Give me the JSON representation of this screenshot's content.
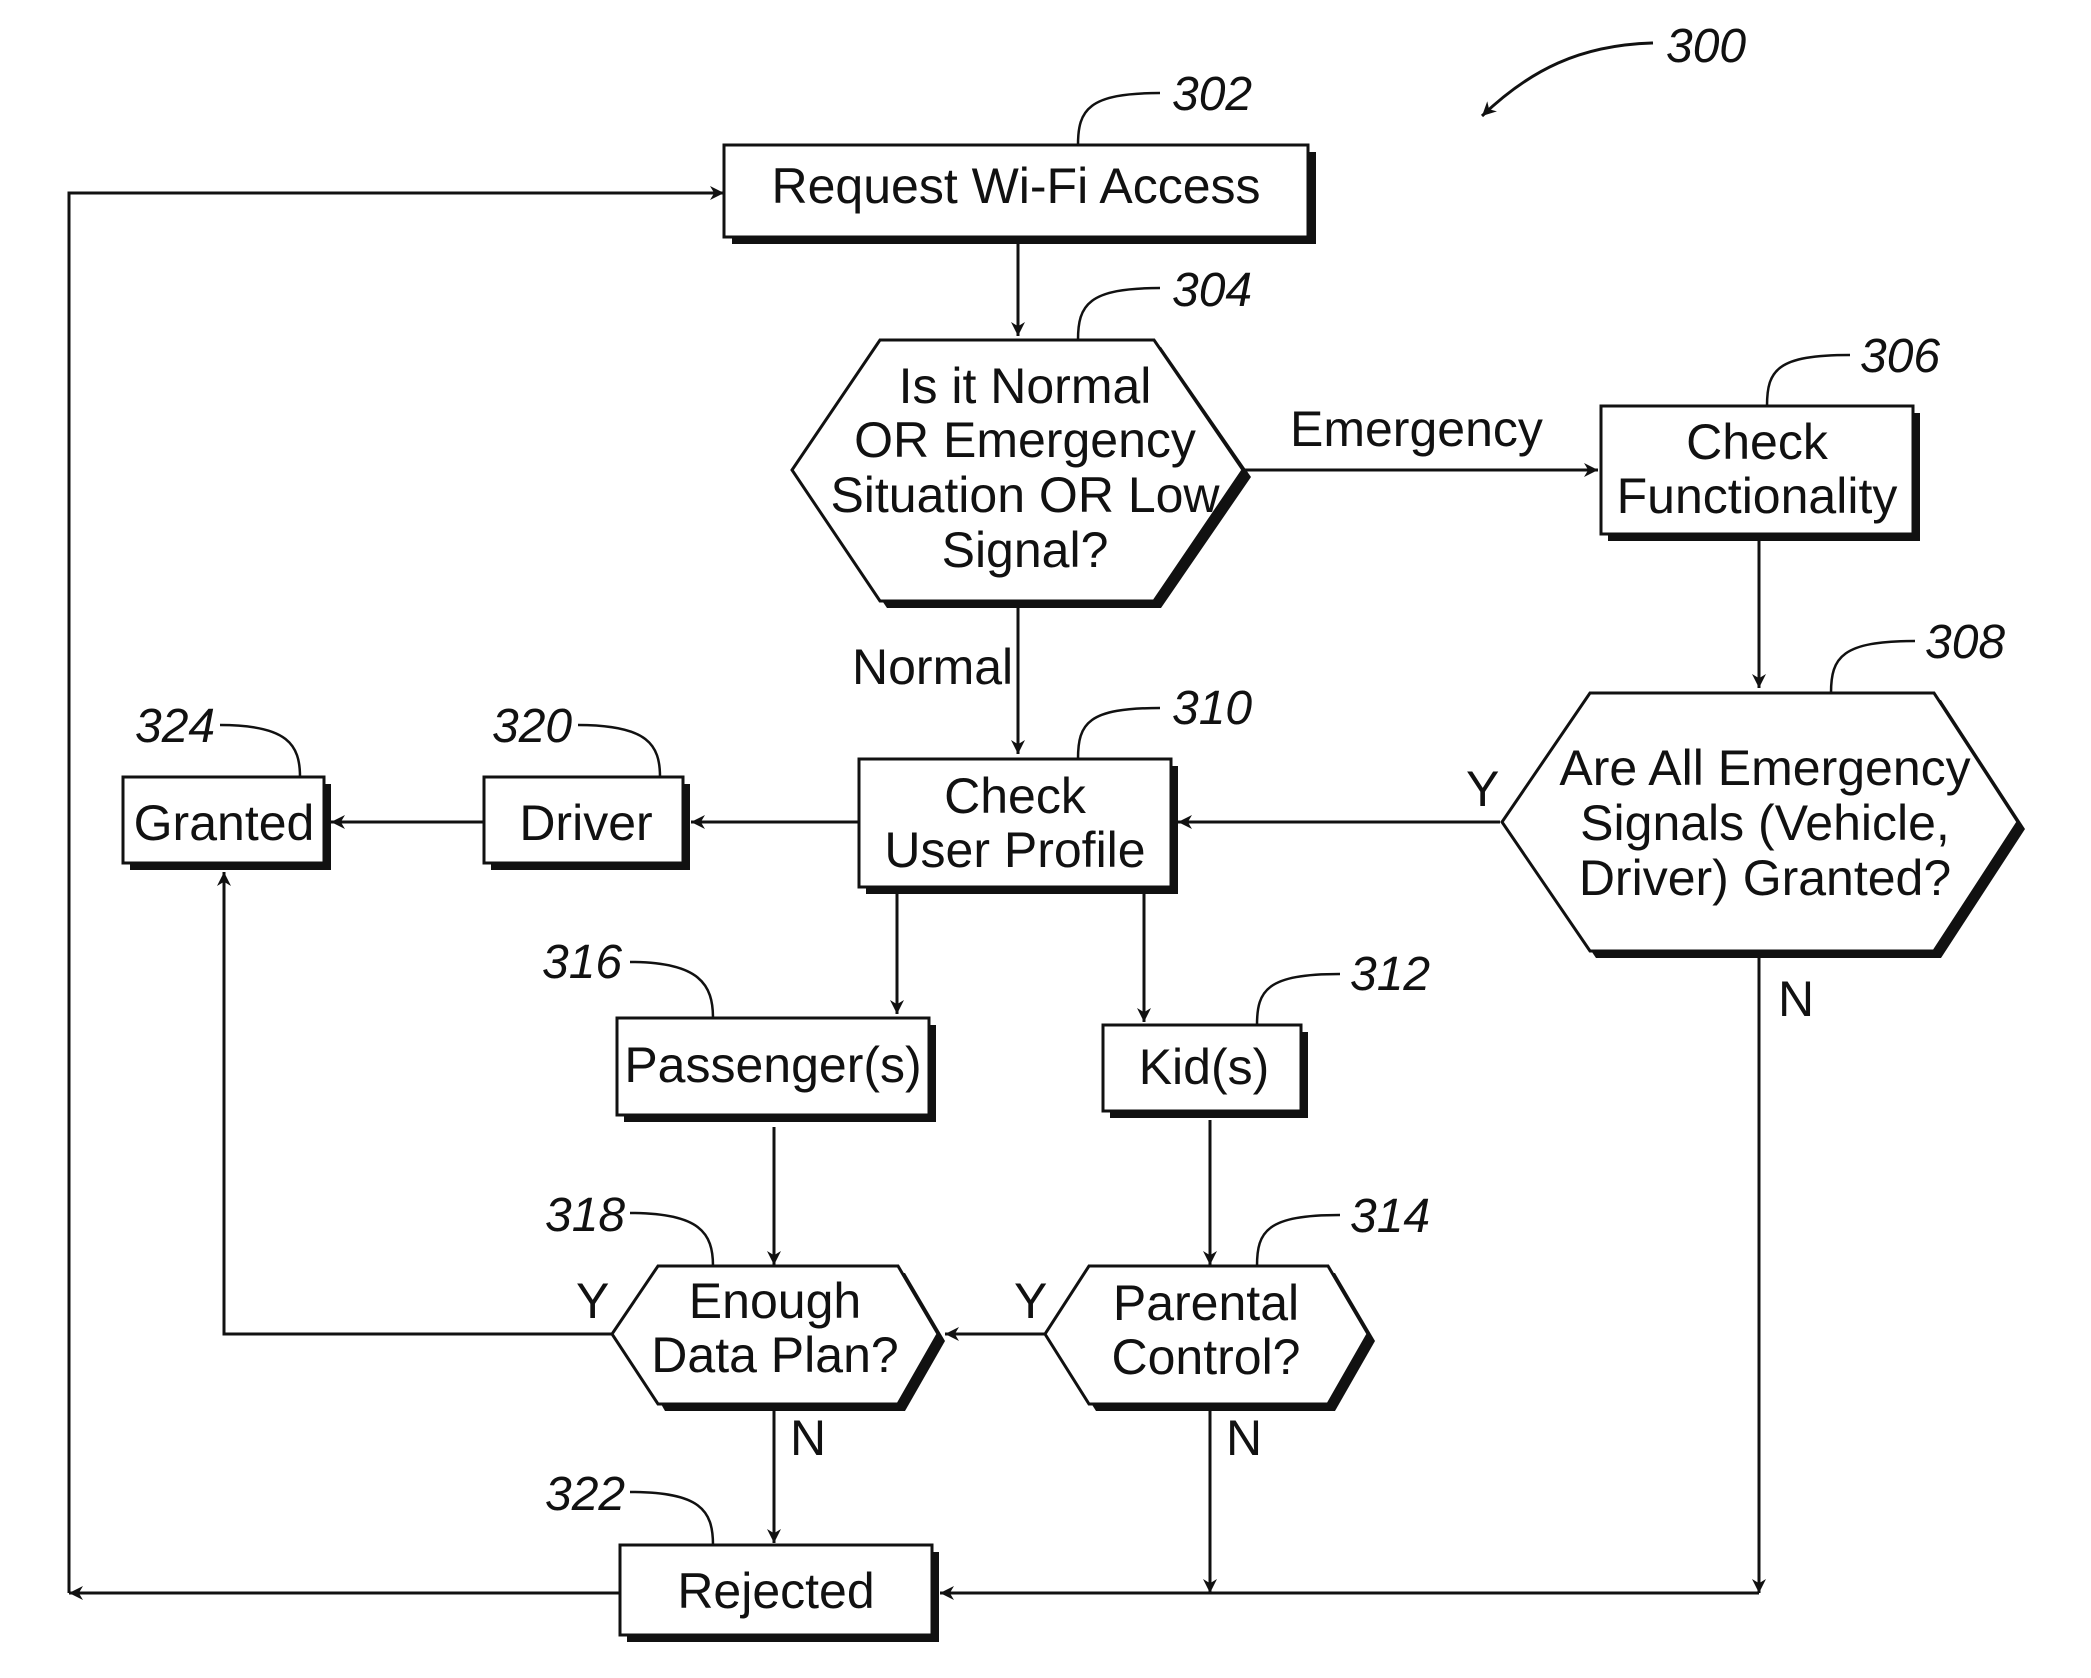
{
  "figure_ref": "300",
  "nodes": {
    "request": {
      "ref": "302",
      "lines": [
        "Request Wi-Fi Access"
      ]
    },
    "situation": {
      "ref": "304",
      "lines": [
        "Is it Normal",
        "OR Emergency",
        "Situation OR Low",
        "Signal?"
      ]
    },
    "check_func": {
      "ref": "306",
      "lines": [
        "Check",
        "Functionality"
      ]
    },
    "emergency_granted": {
      "ref": "308",
      "lines": [
        "Are All Emergency",
        "Signals (Vehicle,",
        "Driver) Granted?"
      ]
    },
    "check_profile": {
      "ref": "310",
      "lines": [
        "Check",
        "User Profile"
      ]
    },
    "kids": {
      "ref": "312",
      "lines": [
        "Kid(s)"
      ]
    },
    "parental": {
      "ref": "314",
      "lines": [
        "Parental",
        "Control?"
      ]
    },
    "passengers": {
      "ref": "316",
      "lines": [
        "Passenger(s)"
      ]
    },
    "data_plan": {
      "ref": "318",
      "lines": [
        "Enough",
        "Data Plan?"
      ]
    },
    "driver": {
      "ref": "320",
      "lines": [
        "Driver"
      ]
    },
    "rejected": {
      "ref": "322",
      "lines": [
        "Rejected"
      ]
    },
    "granted": {
      "ref": "324",
      "lines": [
        "Granted"
      ]
    }
  },
  "edge_labels": {
    "emergency": "Emergency",
    "normal": "Normal",
    "y_308": "Y",
    "n_308": "N",
    "y_318": "Y",
    "n_318": "N",
    "y_314": "Y",
    "n_314": "N"
  }
}
